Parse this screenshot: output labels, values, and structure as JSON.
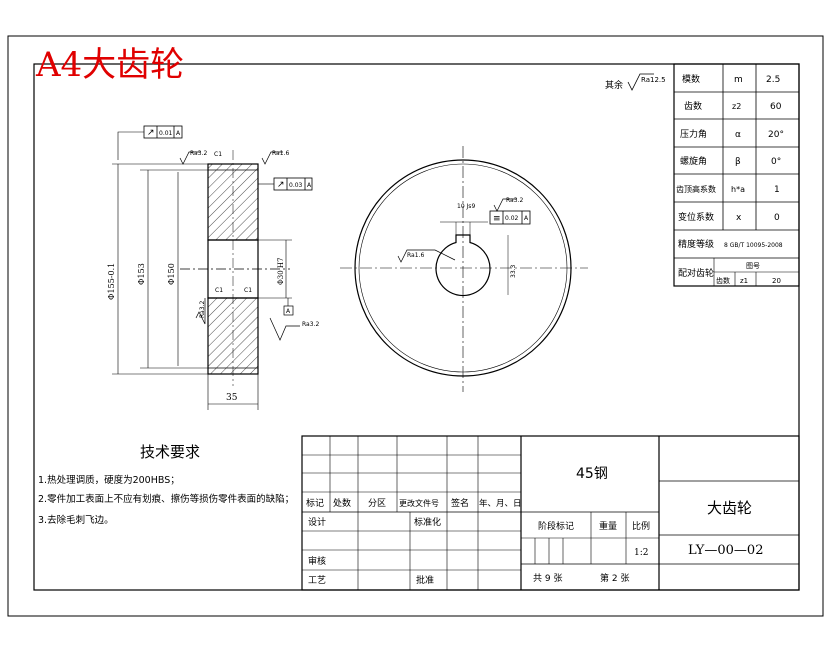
{
  "header": {
    "title": "A4大齿轮"
  },
  "roughness": {
    "general_label": "其余",
    "general": "Ra12.5",
    "top": "Ra3.2",
    "side": "Ra1.6",
    "bore": "Ra1.6",
    "keyway": "Ra3.2",
    "key_side": "Ra3.2",
    "face": "Ra1.6",
    "lower": "Ra3.2",
    "lower2": "Ra3.2"
  },
  "tolerances": {
    "runout_top": "0.01",
    "runout_face": "0.03",
    "symmetry": "0.02",
    "datum": "A"
  },
  "dimensions": {
    "width": "35",
    "tip_dia": "Φ155-0.1",
    "ref1": "Φ153",
    "ref2": "Φ150",
    "bore": "Φ30 H7",
    "key_width": "10 Js9",
    "key_depth": "33.3",
    "chamfer1": "C1",
    "chamfer2": "C1",
    "chamfer3": "C1"
  },
  "gear_table": [
    {
      "name": "模数",
      "sym": "m",
      "val": "2.5"
    },
    {
      "name": "齿数",
      "sym": "z2",
      "val": "60"
    },
    {
      "name": "压力角",
      "sym": "α",
      "val": "20°"
    },
    {
      "name": "螺旋角",
      "sym": "β",
      "val": "0°"
    },
    {
      "name": "齿顶高系数",
      "sym": "h*a",
      "val": "1"
    },
    {
      "name": "变位系数",
      "sym": "x",
      "val": "0"
    },
    {
      "name": "精度等级",
      "sym": "8 GB/T 10095-2008",
      "val": ""
    },
    {
      "name": "配对齿轮",
      "sym": "图号",
      "val": ""
    }
  ],
  "pair_sub": {
    "label": "齿数",
    "sym": "z1",
    "val": "20"
  },
  "tech": {
    "title": "技术要求",
    "items": [
      "1.热处理调质，硬度为200HBS；",
      "2.零件加工表面上不应有划痕、擦伤等损伤零件表面的缺陷；",
      "3.去除毛刺飞边。"
    ]
  },
  "title_block": {
    "material": "45钢",
    "part_name": "大齿轮",
    "drawing_no": "LY—00—02",
    "scale": "1:2",
    "headers": [
      "标记",
      "处数",
      "分区",
      "更改文件号",
      "签名",
      "年、月、日"
    ],
    "design": "设计",
    "standard": "标准化",
    "review": "审核",
    "process": "工艺",
    "approve": "批准",
    "stage_mark": "阶段标记",
    "weight": "重量",
    "scale_label": "比例",
    "total_sheets": "共 9 张",
    "sheet": "第 2 张"
  }
}
